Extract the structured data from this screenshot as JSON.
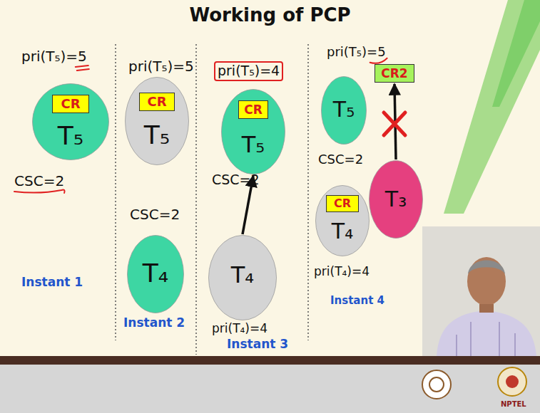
{
  "diagram": {
    "title": "Working of PCP",
    "nodes": [
      {
        "text": [
          "T₅"
        ]
      },
      {
        "text": [
          "CR"
        ],
        "in": 0
      },
      {
        "text": [
          "T₅"
        ]
      },
      {
        "text": [
          "CR"
        ],
        "in": 2
      },
      {
        "text": [
          "T₄"
        ]
      },
      {
        "text": [
          "T₅"
        ]
      },
      {
        "text": [
          "CR"
        ],
        "in": 5
      },
      {
        "text": [
          "T₄"
        ]
      },
      {
        "text": [
          "T₅"
        ]
      },
      {
        "text": [
          "T₄"
        ]
      },
      {
        "text": [
          "CR"
        ],
        "in": 9
      },
      {
        "text": [
          "CR2"
        ]
      },
      {
        "text": [
          "T₃"
        ]
      }
    ],
    "edges": [
      {
        "from": 7,
        "to": 5,
        "arrow": "to"
      },
      {
        "from": 12,
        "to": 11,
        "arrow": "to"
      }
    ],
    "labels": [
      "pri(T₅)=5",
      "CSC=2",
      "Instant 1",
      "pri(T₅)=5",
      "CSC=2",
      "Instant 2",
      "pri(T₅)=4",
      "CSC=2",
      "pri(T₄)=4",
      "Instant 3",
      "pri(T₅)=5",
      "CSC=2",
      "pri(T₄)=4",
      "Instant 4",
      "NPTEL"
    ]
  }
}
